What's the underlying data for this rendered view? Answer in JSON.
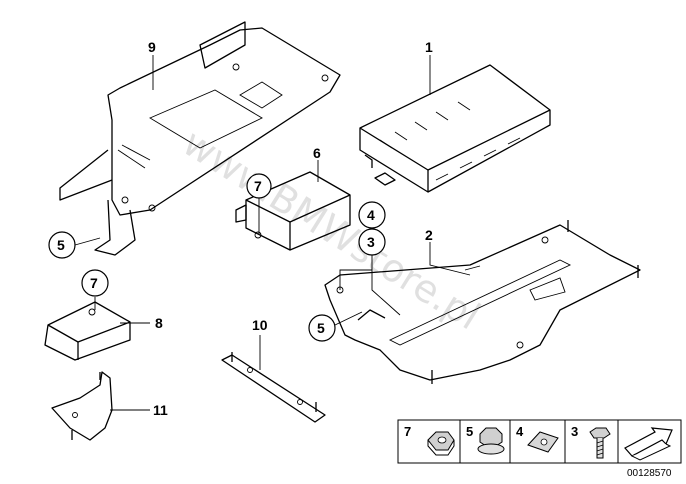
{
  "watermark": "www.BMWstore.pl",
  "callouts": {
    "c1": "1",
    "c2": "2",
    "c3": "3",
    "c4": "4",
    "c5a": "5",
    "c5b": "5",
    "c6": "6",
    "c7a": "7",
    "c7b": "7",
    "c8": "8",
    "c9": "9",
    "c10": "10",
    "c11": "11"
  },
  "legend": {
    "n7": "7",
    "n5": "5",
    "n4": "4",
    "n3": "3"
  },
  "reference_number": "00128570"
}
